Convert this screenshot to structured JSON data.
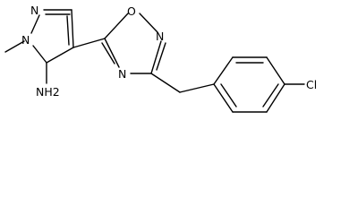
{
  "molecule": {
    "atoms": {
      "pyrazole_n2": "N",
      "pyrazole_n1": "N",
      "amine": "NH2",
      "oxadiazole_o": "O",
      "oxadiazole_n4": "N",
      "oxadiazole_n2": "N",
      "chlorine": "Cl"
    }
  }
}
